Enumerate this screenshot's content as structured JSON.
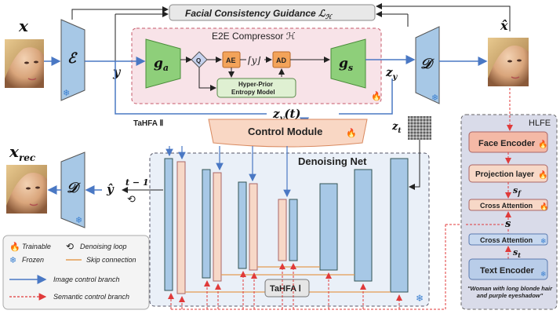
{
  "top": {
    "x_label": "x",
    "x_hat_label": "x̂",
    "y_label": "y",
    "z_y_label": "z",
    "z_y_sub": "y",
    "z_y_t_label": "z",
    "z_y_t_sub": "y",
    "z_y_t_suffix": "(t)",
    "encoder_label": "ℰ",
    "decoder_label": "𝒟",
    "guidance_label": "Facial Consistency Guidance ℒ",
    "guidance_sub": "ℋ",
    "tahfa2_label": "TaHFA Ⅱ"
  },
  "compressor": {
    "title": "E2E Compressor ℋ",
    "ga": "g",
    "ga_sub": "a",
    "gs": "g",
    "gs_sub": "s",
    "q": "Q",
    "ae": "AE",
    "ad": "AD",
    "quant": "⌈y⌋",
    "hyper_prior": "Hyper-Prior",
    "entropy_model": "Entropy Model"
  },
  "control_module": "Control Module",
  "denoise": {
    "title": "Denoising Net",
    "tahfa1": "TaHFA Ⅰ",
    "z_t": "z",
    "z_t_sub": "t"
  },
  "bottom": {
    "x_rec": "x",
    "x_rec_sub": "rec",
    "decoder_label": "𝒟",
    "y_hat": "ŷ",
    "t_minus_1": "t − 1"
  },
  "hlfe": {
    "title": "HLFE",
    "face_encoder": "Face Encoder",
    "projection_layer": "Projection layer",
    "s_f": "s",
    "s_f_sub": "f",
    "cross_attention_top": "Cross Attention",
    "s": "s",
    "cross_attention_bottom": "Cross Attention",
    "s_t": "s",
    "s_t_sub": "t",
    "text_encoder": "Text Encoder",
    "caption": "\"Woman with long blonde hair and purple eyeshadow\""
  },
  "legend": {
    "trainable": "Trainable",
    "frozen": "Frozen",
    "denoising_loop": "Denoising loop",
    "skip_connection": "Skip connection",
    "image_branch": "Image control branch",
    "semantic_branch": "Semantic control branch"
  },
  "colors": {
    "blue_line": "#4a78c4",
    "red_dash": "#e03a3a",
    "orange_line": "#e39b52",
    "module_blue": "#a7c8e6",
    "module_green": "#8ecf7a",
    "module_salmon": "#f7d8c7",
    "hlfe_bg": "#d9dbe9",
    "compressor_bg": "#f8e3e8",
    "denoise_bg": "#eaf0f8"
  }
}
